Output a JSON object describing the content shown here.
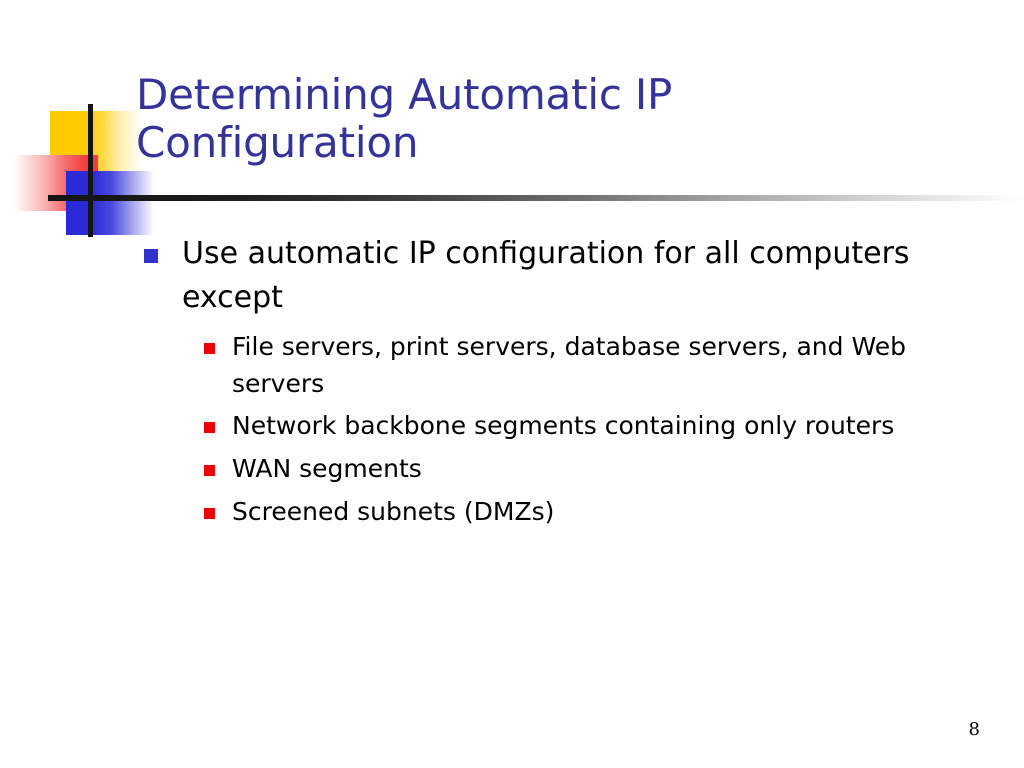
{
  "slide": {
    "title": "Determining Automatic IP Configuration",
    "number": "8",
    "colors": {
      "title_text": "#333399",
      "body_text": "#000000",
      "level1_bullet": "#3333CC",
      "level2_bullet": "#EE0000",
      "logo_yellow": "#FFCC00",
      "logo_red": "#F43C3C",
      "logo_blue": "#2B2BD6",
      "rule": "#141414",
      "background": "#FFFFFF"
    },
    "bullets": [
      {
        "text": "Use automatic IP configuration for all computers except",
        "children": [
          "File servers, print servers, database servers, and Web servers",
          "Network backbone segments containing only routers",
          "WAN segments",
          "Screened subnets (DMZs)"
        ]
      }
    ]
  }
}
